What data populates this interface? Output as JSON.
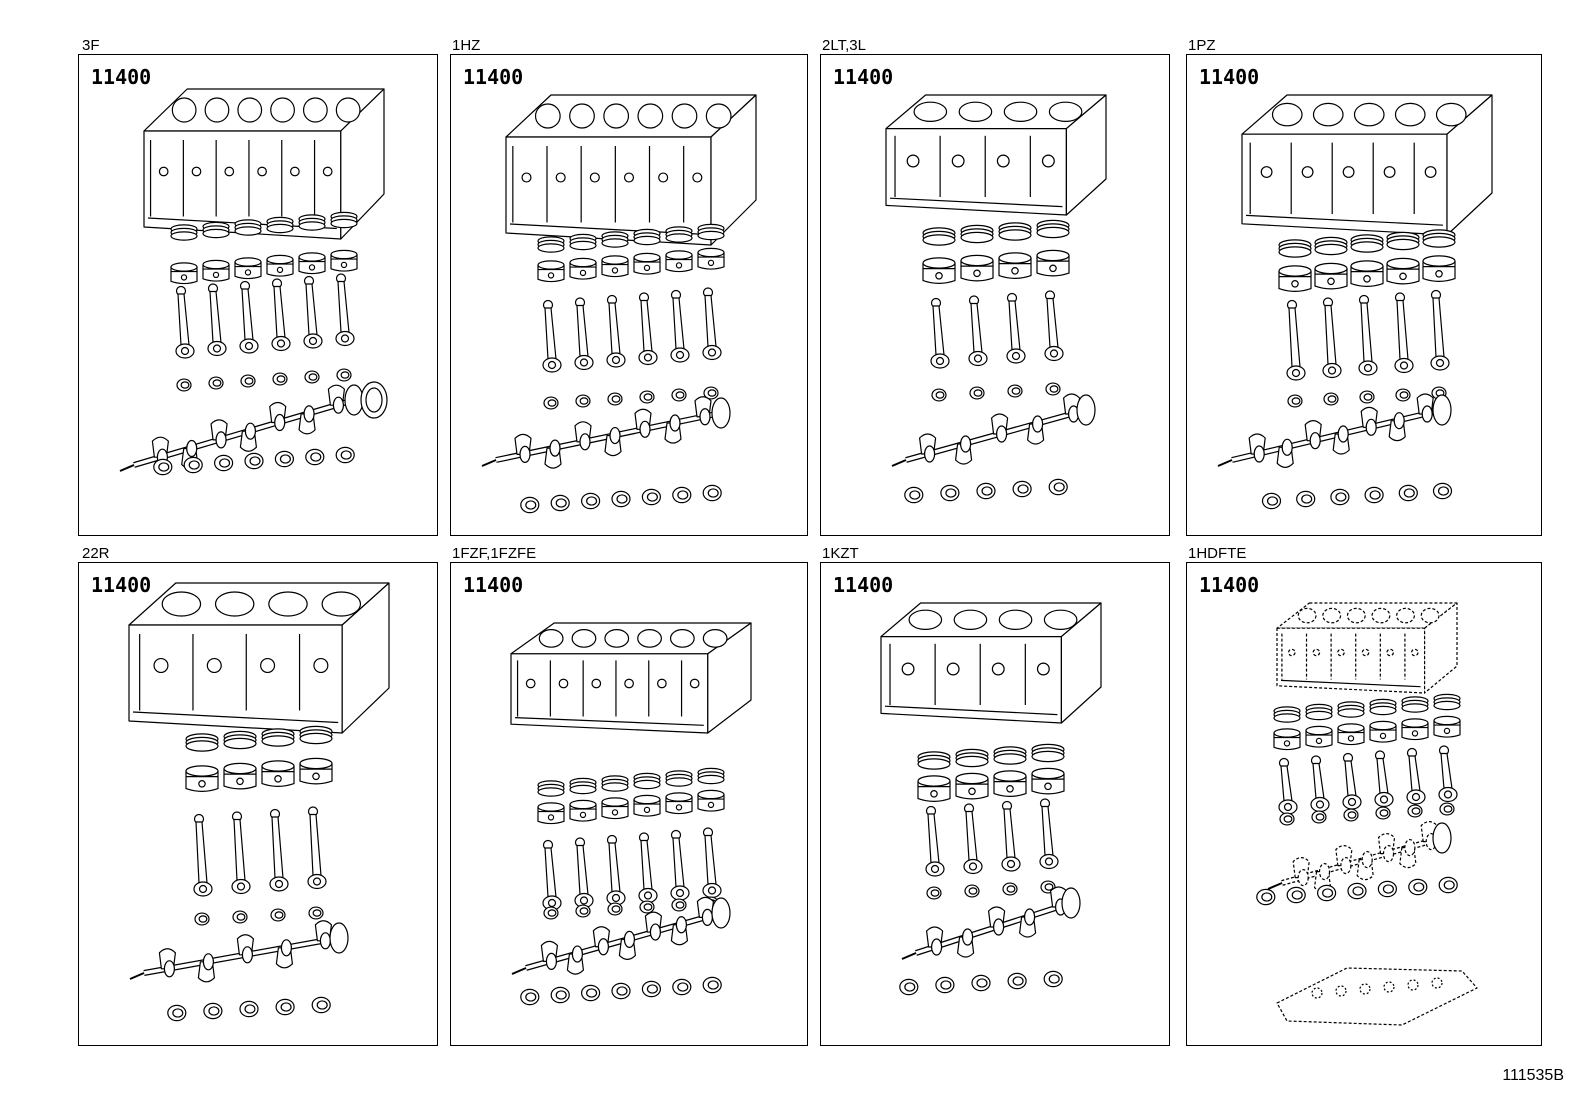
{
  "diagram": {
    "panels": [
      {
        "engine": "3F",
        "part_number": "11400",
        "cylinders": 6,
        "layout": "inline6-old"
      },
      {
        "engine": "1HZ",
        "part_number": "11400",
        "cylinders": 6,
        "layout": "inline6-diesel"
      },
      {
        "engine": "2LT,3L",
        "part_number": "11400",
        "cylinders": 4,
        "layout": "inline4-diesel"
      },
      {
        "engine": "1PZ",
        "part_number": "11400",
        "cylinders": 5,
        "layout": "inline5-diesel"
      },
      {
        "engine": "22R",
        "part_number": "11400",
        "cylinders": 4,
        "layout": "inline4-gas"
      },
      {
        "engine": "1FZF,1FZFE",
        "part_number": "11400",
        "cylinders": 6,
        "layout": "inline6-gas"
      },
      {
        "engine": "1KZT",
        "part_number": "11400",
        "cylinders": 4,
        "layout": "inline4-turbo"
      },
      {
        "engine": "1HDFTE",
        "part_number": "11400",
        "cylinders": 6,
        "layout": "inline6-sketch"
      }
    ],
    "illustration_code": "111535B"
  },
  "icons": {
    "engine_block": "engine-block-icon",
    "piston_ring": "piston-ring-icon",
    "piston": "piston-icon",
    "connecting_rod": "connecting-rod-icon",
    "bearing": "bearing-icon",
    "crankshaft": "crankshaft-icon"
  },
  "colors": {
    "line": "#000000",
    "background": "#ffffff"
  }
}
